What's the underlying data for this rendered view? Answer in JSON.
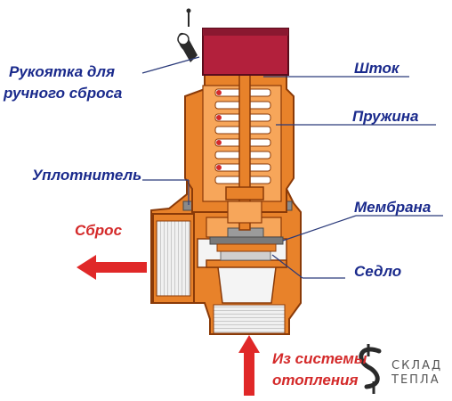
{
  "labels": {
    "handle_line1": "Рукоятка для",
    "handle_line2": "ручного сброса",
    "stem": "Шток",
    "spring": "Пружина",
    "seal": "Уплотнитель",
    "membrane": "Мембрана",
    "discharge": "Сброс",
    "seat": "Седло",
    "inlet_line1": "Из системы",
    "inlet_line2": "отопления"
  },
  "watermark": {
    "line1": "СКЛАД",
    "line2": "ТЕПЛА"
  },
  "colors": {
    "label_text": "#1a2a8c",
    "flow_text": "#d42a2a",
    "body_orange": "#e8822a",
    "body_outline": "#8a3a08",
    "cap": "#b3203c",
    "arrow": "#e02828",
    "leader_line": "#2a3a7a"
  },
  "icons": {
    "handle": "lever-handle-icon",
    "discharge_arrow": "arrow-left-icon",
    "inlet_arrow": "arrow-up-icon",
    "logo": "s-logo-icon"
  }
}
